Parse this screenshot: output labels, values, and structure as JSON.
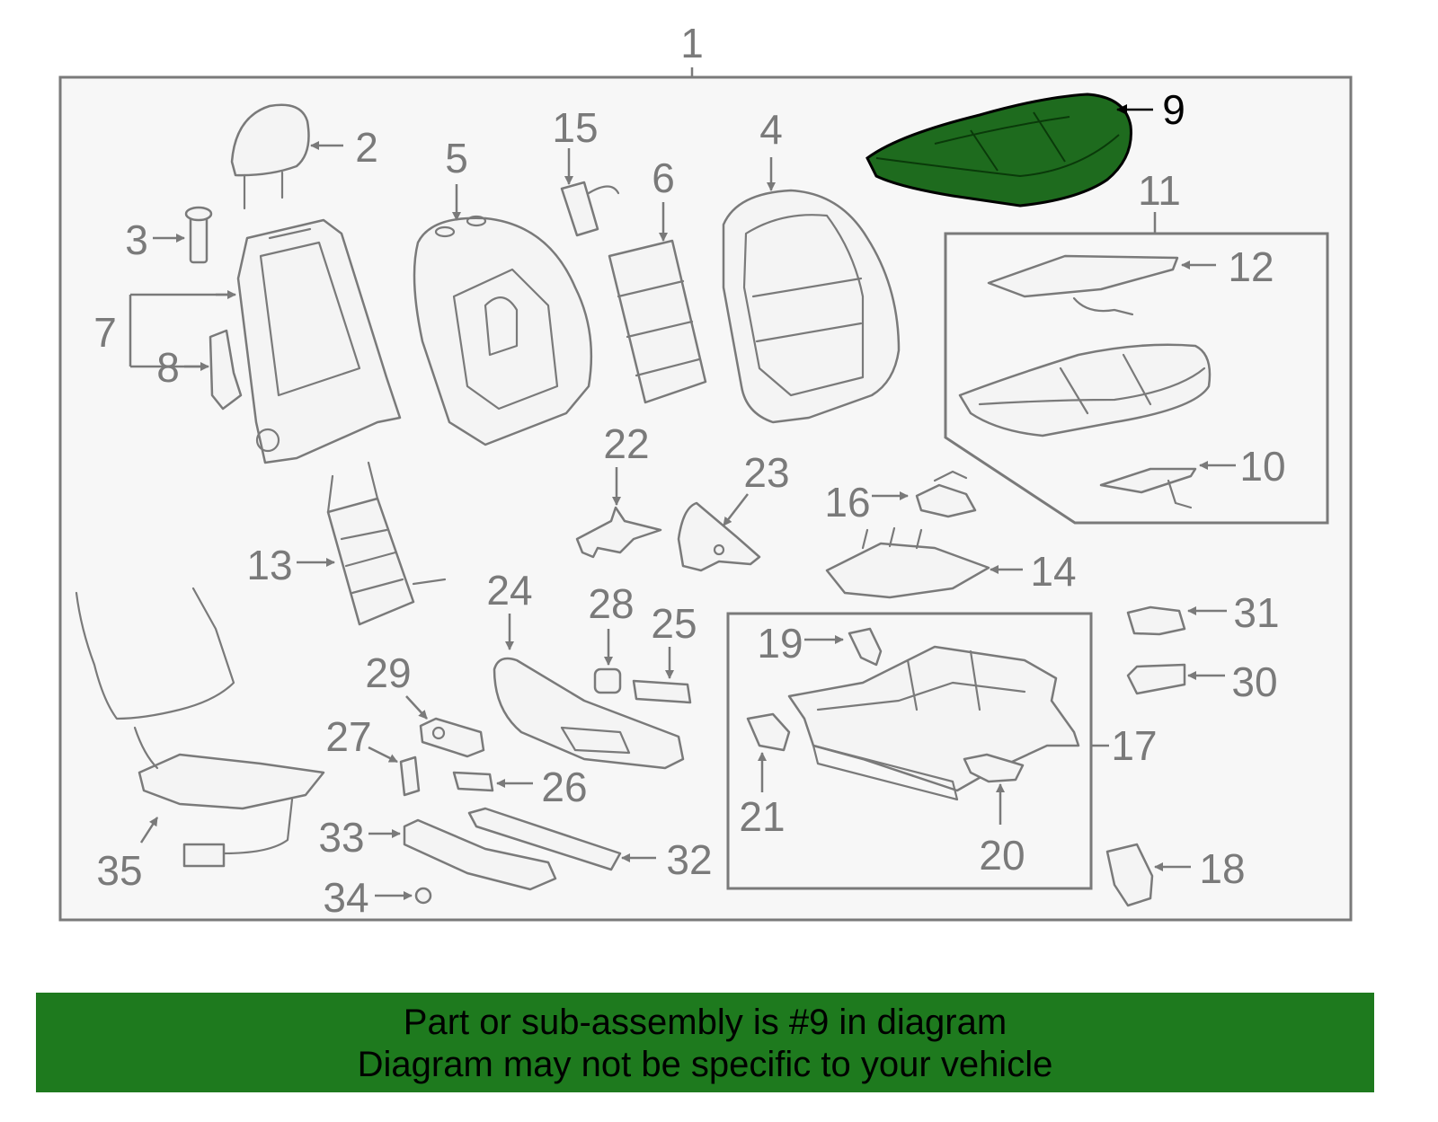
{
  "diagram": {
    "assembly_label": "1",
    "highlight_color": "#1e6b1e",
    "highlighted_part": "9",
    "callouts": {
      "c1": "1",
      "c2": "2",
      "c3": "3",
      "c4": "4",
      "c5": "5",
      "c6": "6",
      "c7": "7",
      "c8": "8",
      "c9": "9",
      "c10": "10",
      "c11": "11",
      "c12": "12",
      "c13": "13",
      "c14": "14",
      "c15": "15",
      "c16": "16",
      "c17": "17",
      "c18": "18",
      "c19": "19",
      "c20": "20",
      "c21": "21",
      "c22": "22",
      "c23": "23",
      "c24": "24",
      "c25": "25",
      "c26": "26",
      "c27": "27",
      "c28": "28",
      "c29": "29",
      "c30": "30",
      "c31": "31",
      "c32": "32",
      "c33": "33",
      "c34": "34",
      "c35": "35"
    }
  },
  "banner": {
    "line1": "Part or sub-assembly is #9 in diagram",
    "line2": "Diagram may not be specific to your vehicle",
    "background": "#1e7a1e"
  }
}
